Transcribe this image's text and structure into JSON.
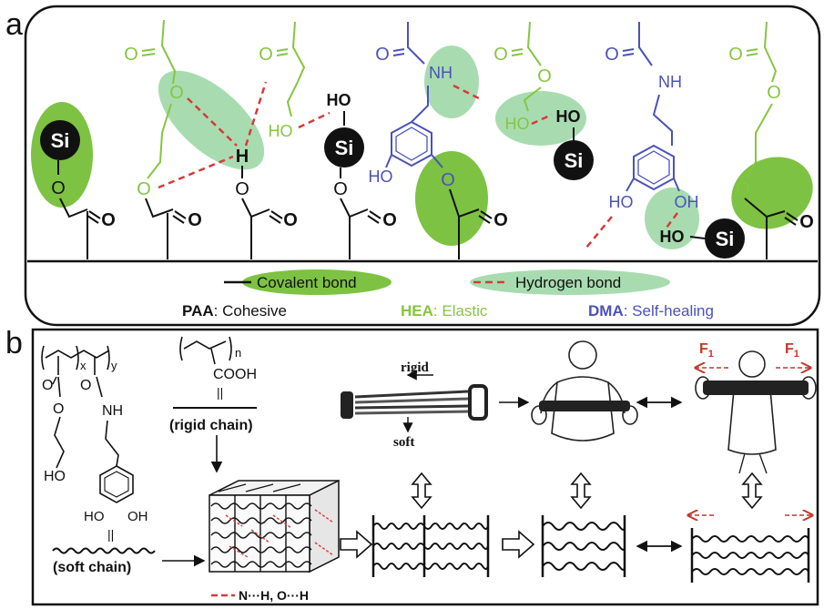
{
  "panel_a": {
    "label": "a",
    "atoms": {
      "oxygen": "O",
      "hydrogen": "H",
      "silicon": "Si",
      "hydroxyl_left": "HO",
      "hydroxyl_right": "OH",
      "amine": "NH"
    },
    "legend": {
      "covalent": "Covalent bond",
      "hydrogen": "Hydrogen bond"
    },
    "components": [
      {
        "abbr": "PAA",
        "desc": ": Cohesive",
        "color": "#111111"
      },
      {
        "abbr": "HEA",
        "desc": ": Elastic",
        "color": "#86c540"
      },
      {
        "abbr": "DMA",
        "desc": ": Self-healing",
        "color": "#4a52b8"
      }
    ]
  },
  "panel_b": {
    "label": "b",
    "subscript_x": "x",
    "subscript_y": "y",
    "subscript_n": "n",
    "amine": "NH",
    "hydroxyl_ho": "HO",
    "hydroxyl_oh": "OH",
    "carboxyl": "COOH",
    "equals": "||",
    "rigid_chain": "(rigid chain)",
    "soft_chain": "(soft chain)",
    "expander_rigid": "rigid",
    "expander_soft": "soft",
    "hbond_legend": "N···H, O···H",
    "force": "F",
    "force_sub": "1"
  },
  "colors": {
    "hea_green": "#86c540",
    "dma_blue": "#4a52b8",
    "covalent_fill": "#7dc242",
    "hbond_fill": "#a8dcb0",
    "hbond_dash": "#d63a3a",
    "force_red": "#c0392b"
  }
}
